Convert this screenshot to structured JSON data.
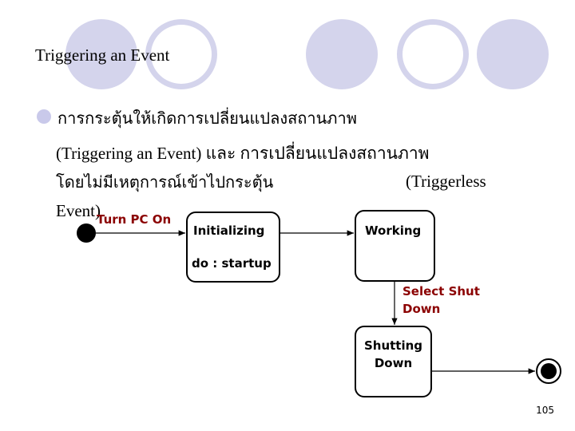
{
  "slide": {
    "title": "Triggering an Event",
    "bullet": {
      "line1": "การกระตุ้นให้เกิดการเปลี่ยนแปลงสถานภาพ",
      "line2": "(Triggering an Event) และ การเปลี่ยนแปลงสถานภาพ",
      "line3": "โดยไม่มีเหตุการณ์เข้าไปกระตุ้น",
      "line3_tail": "(Triggerless",
      "line4": "Event)"
    },
    "page_number": "105"
  },
  "diagram": {
    "transition_turn_on": "Turn PC On",
    "state_initializing": {
      "name": "Initializing",
      "activity": "do : startup"
    },
    "state_working": {
      "name": "Working"
    },
    "transition_select_shut": {
      "line1": "Select Shut",
      "line2": "Down"
    },
    "state_shutting_down": {
      "line1": "Shutting",
      "line2": "Down"
    },
    "colors": {
      "decoration": "#d4d4ec",
      "bullet": "#c9c9ea",
      "transition_label": "#8b0000",
      "line": "#000000"
    }
  }
}
